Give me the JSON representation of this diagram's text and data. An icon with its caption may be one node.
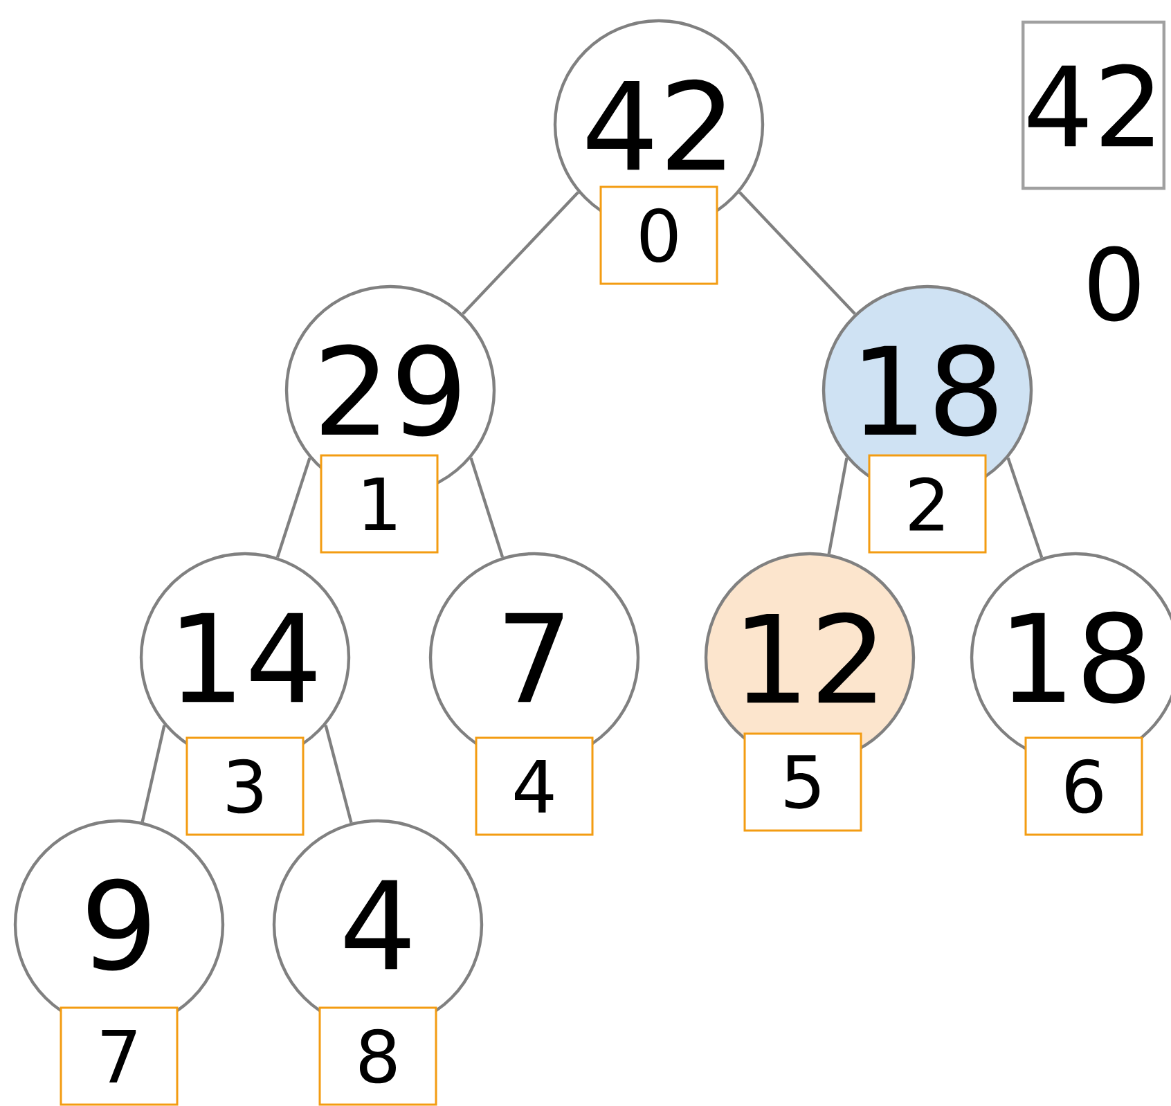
{
  "diagram": {
    "nodes": [
      {
        "text": [
          "42"
        ]
      },
      {
        "text": [
          "29"
        ]
      },
      {
        "text": [
          "18"
        ]
      },
      {
        "text": [
          "14"
        ]
      },
      {
        "text": [
          "7"
        ]
      },
      {
        "text": [
          "12"
        ]
      },
      {
        "text": [
          "18"
        ]
      },
      {
        "text": [
          "9"
        ]
      },
      {
        "text": [
          "4"
        ]
      },
      {
        "text": [
          "0"
        ]
      },
      {
        "text": [
          "1"
        ]
      },
      {
        "text": [
          "2"
        ]
      },
      {
        "text": [
          "3"
        ]
      },
      {
        "text": [
          "4"
        ]
      },
      {
        "text": [
          "5"
        ]
      },
      {
        "text": [
          "6"
        ]
      },
      {
        "text": [
          "7"
        ]
      },
      {
        "text": [
          "8"
        ]
      },
      {
        "text": [
          "42"
        ]
      }
    ],
    "edges": [
      {
        "from": 0,
        "to": 1,
        "arrow": "none"
      },
      {
        "from": 0,
        "to": 2,
        "arrow": "none"
      },
      {
        "from": 1,
        "to": 3,
        "arrow": "none"
      },
      {
        "from": 1,
        "to": 4,
        "arrow": "none"
      },
      {
        "from": 2,
        "to": 5,
        "arrow": "none"
      },
      {
        "from": 2,
        "to": 6,
        "arrow": "none"
      },
      {
        "from": 3,
        "to": 7,
        "arrow": "none"
      },
      {
        "from": 3,
        "to": 8,
        "arrow": "none"
      }
    ],
    "labels": [
      "0"
    ]
  }
}
